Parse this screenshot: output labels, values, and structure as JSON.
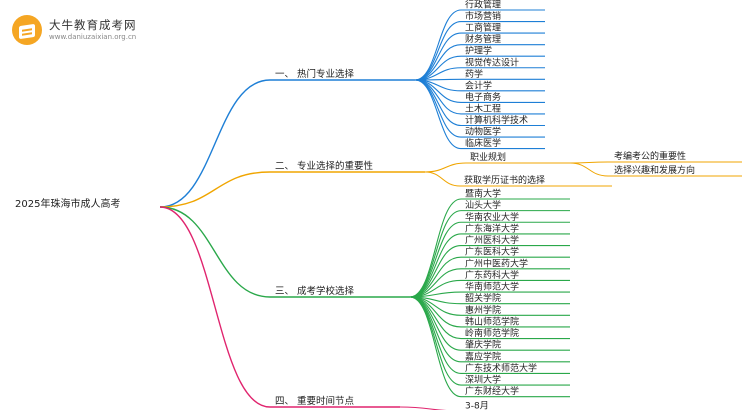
{
  "logo": {
    "name": "大牛教育成考网",
    "url": "www.daniuzaixian.org.cn",
    "icon": "book-badge-icon",
    "color": "#f5a623"
  },
  "root": "2025年珠海市成人高考",
  "branches": [
    {
      "label": "一、 热门专业选择",
      "color": "#1e7fd6",
      "items": [
        "行政管理",
        "市场营销",
        "工商管理",
        "财务管理",
        "护理学",
        "视觉传达设计",
        "药学",
        "会计学",
        "电子商务",
        "土木工程",
        "计算机科学技术",
        "动物医学",
        "临床医学"
      ]
    },
    {
      "label": "二、 专业选择的重要性",
      "color": "#f0a500",
      "items": [
        "职业规划",
        "获取学历证书的选择"
      ],
      "subitems": [
        "考编考公的重要性",
        "选择兴趣和发展方向"
      ]
    },
    {
      "label": "三、 成考学校选择",
      "color": "#2aa84a",
      "items": [
        "暨南大学",
        "汕头大学",
        "华南农业大学",
        "广东海洋大学",
        "广州医科大学",
        "广东医科大学",
        "广州中医药大学",
        "广东药科大学",
        "华南师范大学",
        "韶关学院",
        "惠州学院",
        "韩山师范学院",
        "岭南师范学院",
        "肇庆学院",
        "嘉应学院",
        "广东技术师范大学",
        "深圳大学",
        "广东财经大学"
      ]
    },
    {
      "label": "四、 重要时间节点",
      "color": "#e0246e",
      "items": [
        "3-8月"
      ]
    }
  ]
}
